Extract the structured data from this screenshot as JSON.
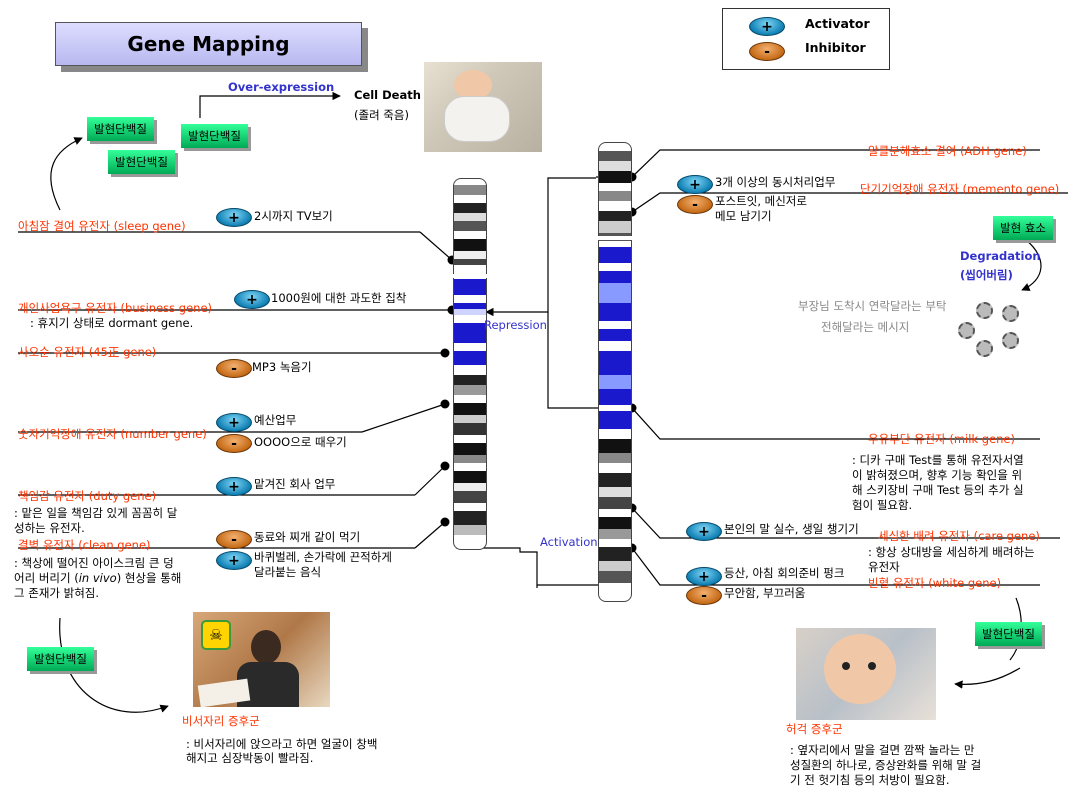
{
  "title": "Gene Mapping",
  "legend": {
    "activator": "Activator",
    "inhibitor": "Inhibitor",
    "plus_symbol": "+",
    "minus_symbol": "-"
  },
  "left": {
    "over_expression": "Over-expression",
    "cell_death": "Cell Death",
    "cell_death_ko": "(졸려 죽음)",
    "protein_1": "발현단백질",
    "protein_2": "발현단백질",
    "protein_3": "발현단백질",
    "protein_4": "발현단백질",
    "sleep_gene": "아침잠 결여 유전자 (sleep gene)",
    "sleep_act": "2시까지 TV보기",
    "business_gene": "개인사업욕구 유전자 (business gene)",
    "business_note": ": 휴지기 상태로 dormant gene.",
    "business_act": "1000원에 대한 과도한 집착",
    "repression": "Repression",
    "gene45": "사오순 유전자 (45正 gene)",
    "gene45_inh": "MP3 녹음기",
    "number_gene": "숫자기억장애 유전자 (number gene)",
    "number_act": "예산업무",
    "number_inh": "OOOO으로 때우기",
    "duty_gene": "책임감 유전자 (duty gene)",
    "duty_act": "맡겨진 회사 업무",
    "duty_note_1": ": 맡은 일을 책임감 있게 꼼꼼히 달",
    "duty_note_2": "성하는 유전자.",
    "clean_gene": "결벽 유전자 (clean gene)",
    "clean_inh": "동료와 찌개 같이 먹기",
    "clean_act_1": "바퀴벌레, 손가락에 끈적하게",
    "clean_act_2": "달라붙는 음식",
    "clean_note_1": ": 책상에 떨어진 아이스크림 큰 덩",
    "clean_note_2a": "어리 버리기 (",
    "clean_note_2b": "in vivo",
    "clean_note_2c": ") 현상을 통해",
    "clean_note_3": "그 존재가 밝혀짐.",
    "secretary": "비서자리 증후군",
    "secretary_note_1": ": 비서자리에 앉으라고 하면 얼굴이 창백",
    "secretary_note_2": "해지고 심장박동이 빨라짐."
  },
  "right": {
    "adh_gene": "알콜분해효소 결여 (ADH gene)",
    "multi_task": "3개 이상의 동시처리업무",
    "memento_gene": "단기기억장애 유전자 (memento gene)",
    "postit_1": "포스트잇, 메신저로",
    "postit_2": "메모 남기기",
    "enzyme": "발현 효소",
    "degradation": "Degradation",
    "degradation_ko": "(씹어버림)",
    "msg_1": "부장님 도착시 연락달라는 부탁",
    "msg_2": "전해달라는 메시지",
    "milk_gene": "우유부단 유전자 (milk gene)",
    "milk_note_1": ": 디카 구매 Test를 통해 유전자서열",
    "milk_note_2": "이 밝혀졌으며, 향후 기능 확인을 위",
    "milk_note_3": "해 스키장비 구매 Test 등의 추가 실",
    "milk_note_4": "험이 필요함.",
    "activation": "Activation",
    "care_act": "본인의 말 실수, 생일 챙기기",
    "care_gene": "세심한 배려 유전자 (care gene)",
    "care_note_1": ": 항상 상대방을 세심하게 배려하는",
    "care_note_2": "유전자",
    "white_act": "등산, 아침 회의준비 펑크",
    "white_gene": "빈혈 유전자 (white gene)",
    "white_inh": "무안함, 부끄러움",
    "protein": "발현단백질",
    "startle": "허걱 증후군",
    "startle_note_1": ": 옆자리에서 말을 걸면 깜짝 놀라는 만",
    "startle_note_2": "성질환의 하나로, 증상완화를 위해 말 걸",
    "startle_note_3": "기 전 헛기침 등의 처방이 필요함."
  },
  "colors": {
    "gene_red": "#ff3300",
    "blue_label": "#3333cc",
    "protein_green": "#00cc66",
    "activator": "#1188c0",
    "inhibitor": "#c56a16",
    "band_blue": "#1a1acc"
  }
}
